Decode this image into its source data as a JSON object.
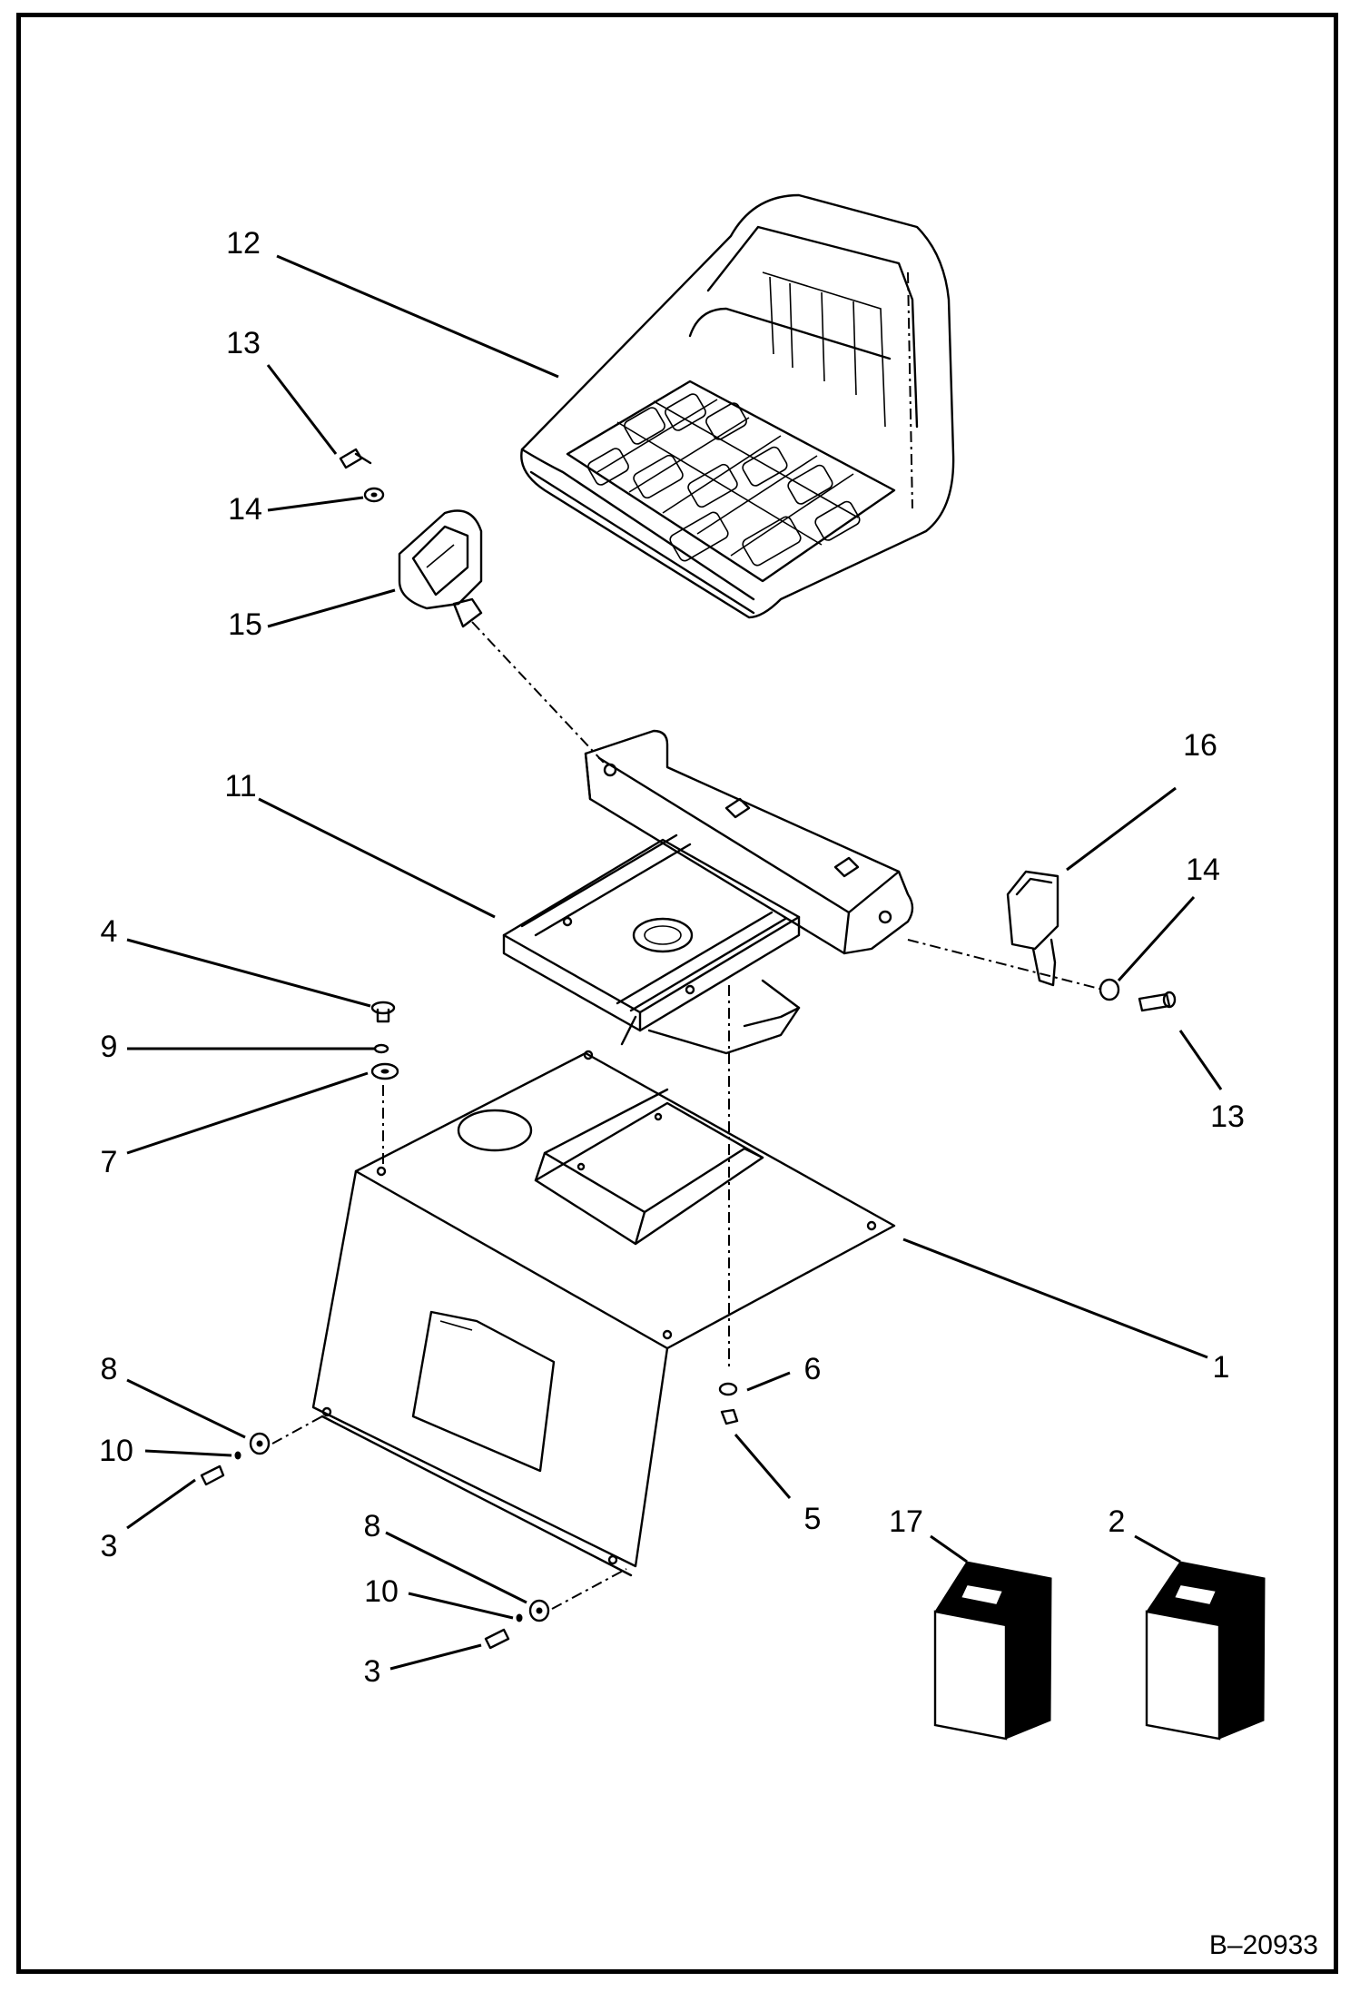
{
  "diagram": {
    "document_id": "B–20933",
    "callouts": [
      {
        "id": "c1",
        "text": "1"
      },
      {
        "id": "c2",
        "text": "2"
      },
      {
        "id": "c3a",
        "text": "3"
      },
      {
        "id": "c3b",
        "text": "3"
      },
      {
        "id": "c4",
        "text": "4"
      },
      {
        "id": "c5",
        "text": "5"
      },
      {
        "id": "c6",
        "text": "6"
      },
      {
        "id": "c7",
        "text": "7"
      },
      {
        "id": "c8a",
        "text": "8"
      },
      {
        "id": "c8b",
        "text": "8"
      },
      {
        "id": "c9",
        "text": "9"
      },
      {
        "id": "c10a",
        "text": "10"
      },
      {
        "id": "c10b",
        "text": "10"
      },
      {
        "id": "c11",
        "text": "11"
      },
      {
        "id": "c12",
        "text": "12"
      },
      {
        "id": "c13a",
        "text": "13"
      },
      {
        "id": "c13b",
        "text": "13"
      },
      {
        "id": "c14a",
        "text": "14"
      },
      {
        "id": "c14b",
        "text": "14"
      },
      {
        "id": "c15",
        "text": "15"
      },
      {
        "id": "c16",
        "text": "16"
      },
      {
        "id": "c17",
        "text": "17"
      }
    ]
  }
}
